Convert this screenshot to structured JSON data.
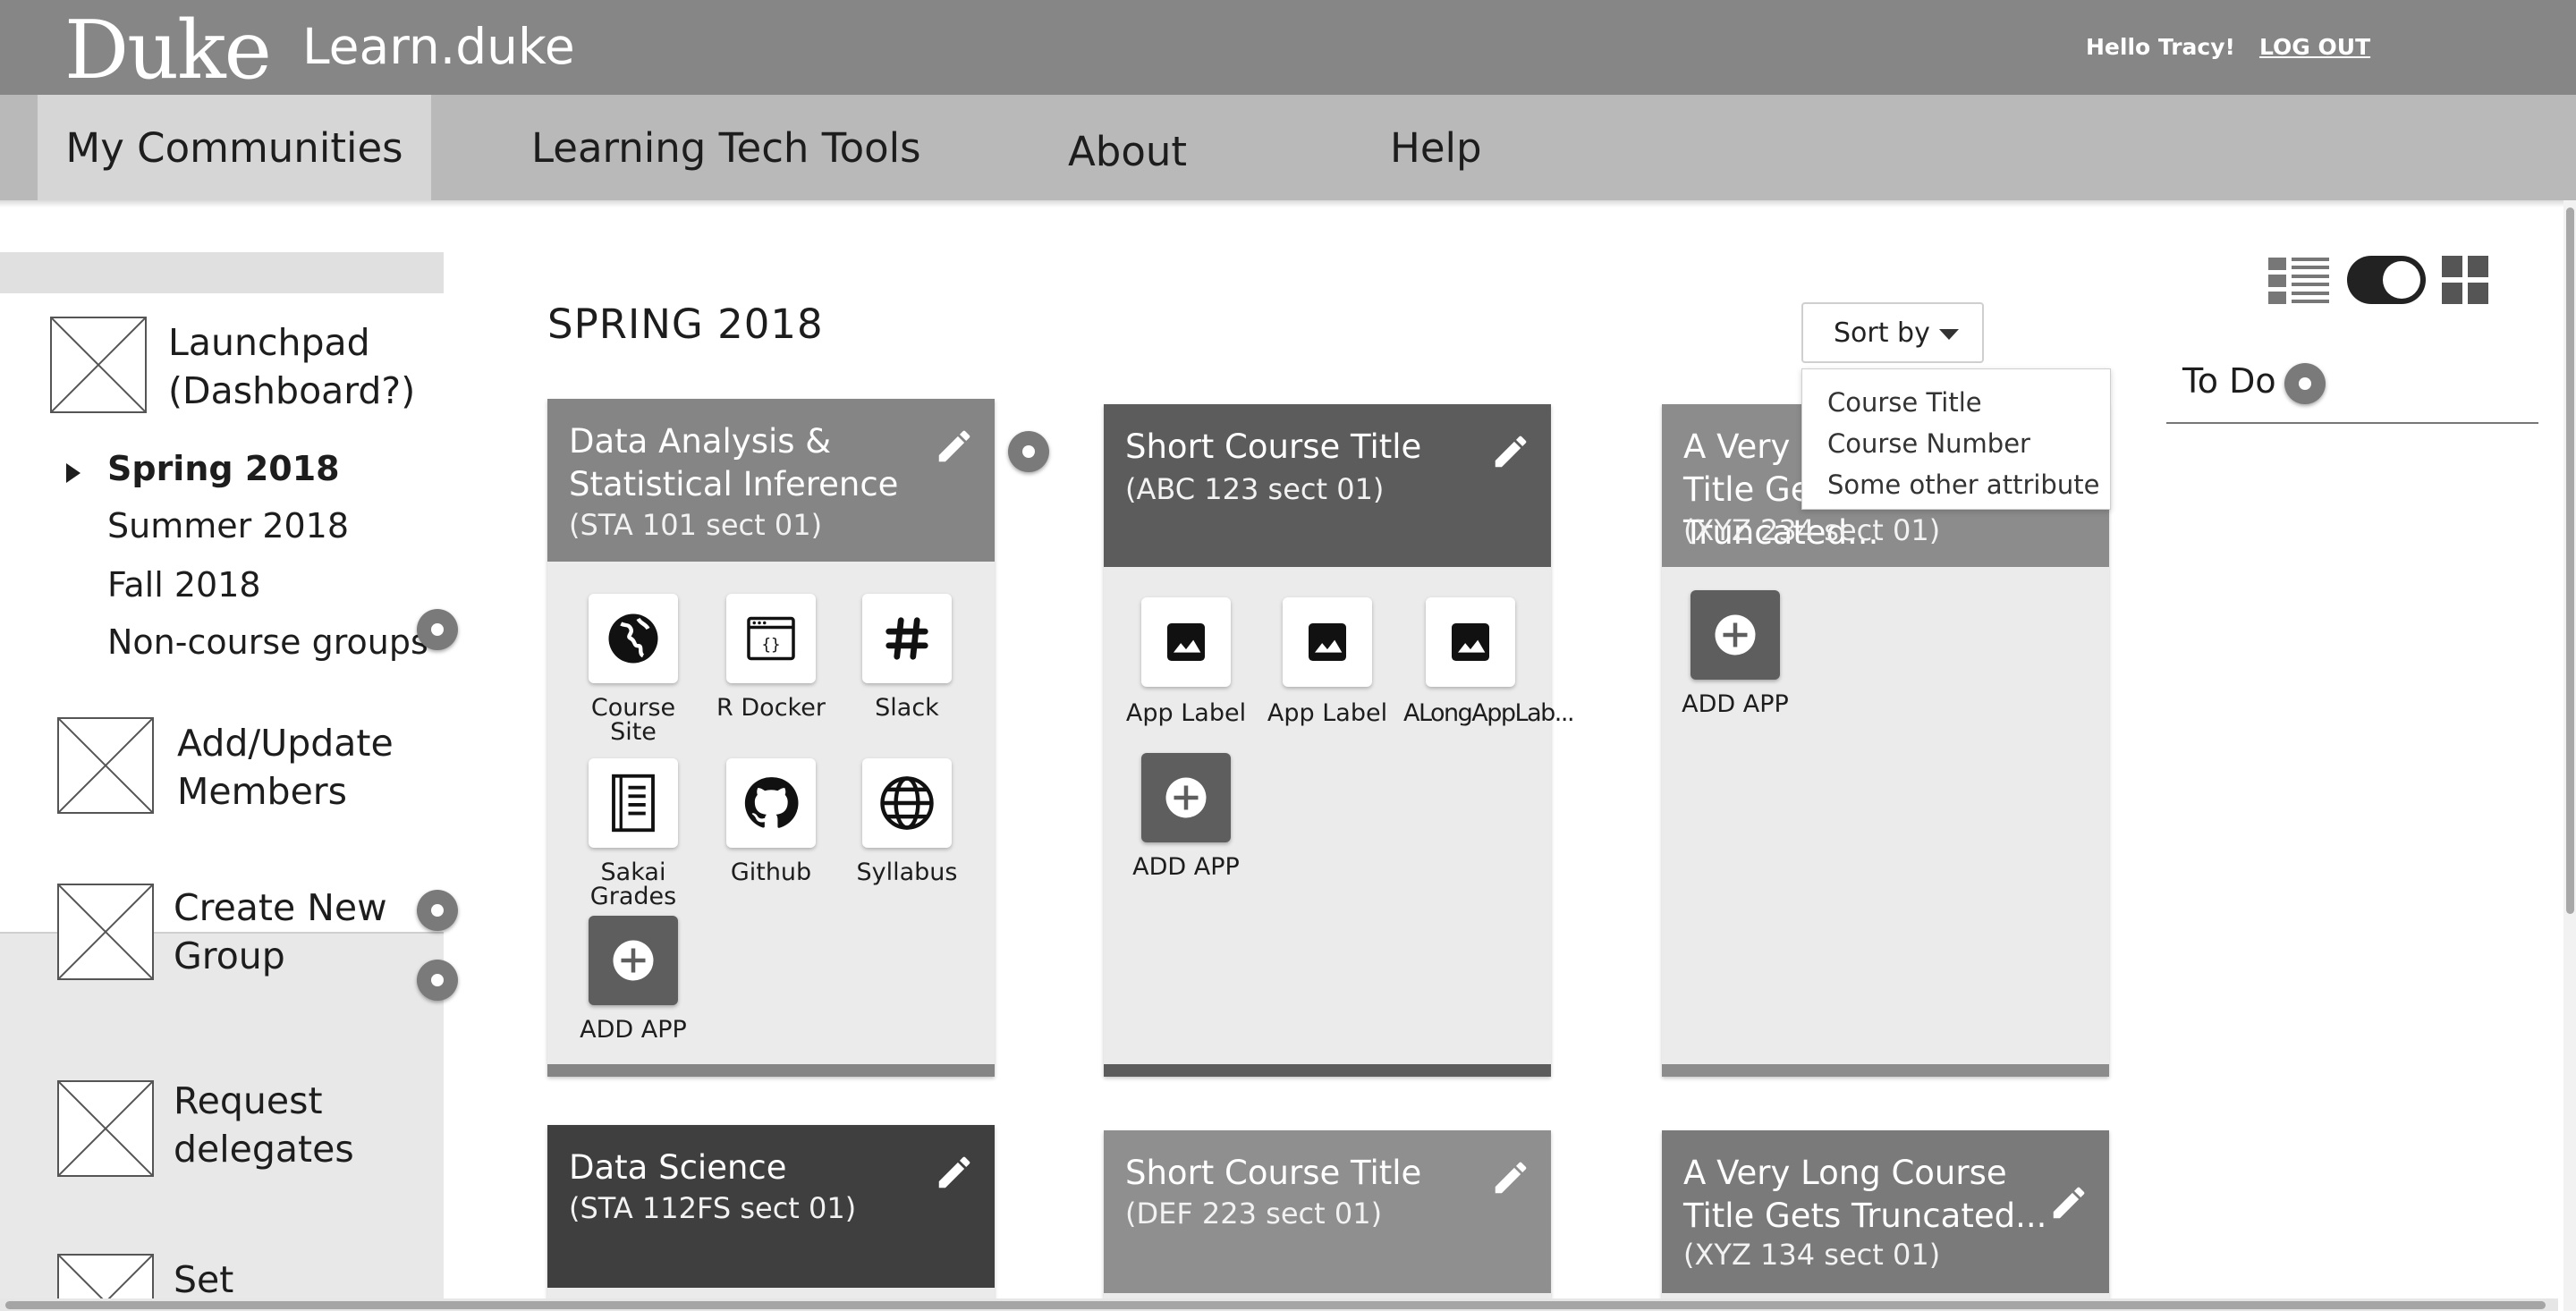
{
  "header": {
    "logo_text": "Duke",
    "app_name": "Learn.duke",
    "greeting": "Hello Tracy!",
    "logout_label": "LOG OUT"
  },
  "nav": {
    "tabs": [
      {
        "label": "My Communities",
        "active": true
      },
      {
        "label": "Learning Tech Tools",
        "active": false
      },
      {
        "label": "About",
        "active": false
      },
      {
        "label": "Help",
        "active": false
      }
    ]
  },
  "sidebar": {
    "launchpad_line1": "Launchpad",
    "launchpad_line2": "(Dashboard?)",
    "terms": [
      {
        "label": "Spring 2018",
        "active": true
      },
      {
        "label": "Summer 2018",
        "active": false
      },
      {
        "label": "Fall 2018",
        "active": false
      },
      {
        "label": "Non-course groups",
        "active": false
      }
    ],
    "actions": [
      {
        "line1": "Add/Update",
        "line2": "Members"
      },
      {
        "line1": "Create New",
        "line2": "Group"
      },
      {
        "line1": "Request",
        "line2": "delegates"
      },
      {
        "line1": "Set",
        "line2": ""
      }
    ]
  },
  "main": {
    "section_title": "SPRING 2018",
    "sort": {
      "label": "Sort by",
      "options": [
        "Course Title",
        "Course Number",
        "Some other attribute"
      ]
    },
    "todo": {
      "title": "To Do"
    },
    "add_app_label": "ADD APP",
    "cards": [
      {
        "title": "Data Analysis & Statistical Inference",
        "subtitle": "(STA 101 sect 01)",
        "color": "#858585",
        "apps": [
          {
            "label": "Course Site",
            "icon": "globe-icon"
          },
          {
            "label": "R Docker",
            "icon": "code-window-icon"
          },
          {
            "label": "Slack",
            "icon": "slack-hash-icon"
          },
          {
            "label": "Sakai Grades",
            "icon": "gradebook-icon"
          },
          {
            "label": "Github",
            "icon": "github-icon"
          },
          {
            "label": "Syllabus",
            "icon": "web-globe-icon"
          }
        ]
      },
      {
        "title": "Short Course Title",
        "subtitle": "(ABC 123 sect 01)",
        "color": "#5c5c5c",
        "apps": [
          {
            "label": "App Label",
            "icon": "image-icon"
          },
          {
            "label": "App Label",
            "icon": "image-icon"
          },
          {
            "label": "ALongAppLab...",
            "icon": "image-icon"
          }
        ]
      },
      {
        "title": "A Very Long Course Title Gets Truncated...",
        "subtitle": "(XYZ 234 sect 01)",
        "color": "#8c8c8c",
        "apps": []
      },
      {
        "title": "Data Science",
        "subtitle": "(STA 112FS sect 01)",
        "color": "#3f3f3f",
        "apps": []
      },
      {
        "title": "Short Course Title",
        "subtitle": "(DEF 223 sect 01)",
        "color": "#8f8f8f",
        "apps": []
      },
      {
        "title": "A Very Long Course Title Gets Truncated...",
        "subtitle": "(XYZ 134 sect 01)",
        "color": "#7a7a7a",
        "apps": []
      }
    ]
  }
}
